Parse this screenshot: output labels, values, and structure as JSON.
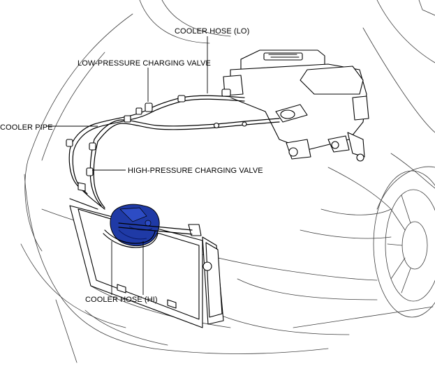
{
  "labels": {
    "cooler_hose_lo": "COOLER HOSE (LO)",
    "low_pressure_charging_valve": "LOW-PRESSURE CHARGING VALVE",
    "cooler_pipe": "COOLER PIPE",
    "high_pressure_charging_valve": "HIGH-PRESSURE CHARGING VALVE",
    "cooler_hose_hi": "COOLER HOSE (HI)"
  },
  "colors": {
    "highlight_component": "#1f3aa6",
    "line": "#000000",
    "body_outline": "#3c3c3c"
  }
}
